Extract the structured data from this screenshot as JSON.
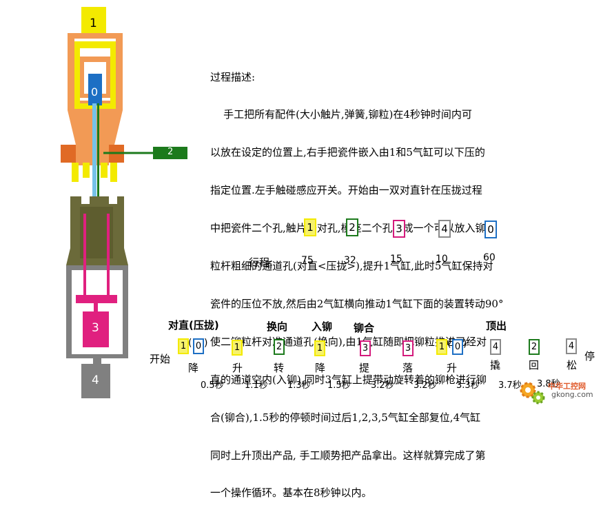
{
  "cylinder_labels": {
    "c1": "1",
    "c0": "0",
    "c2": "2",
    "c3": "3",
    "c4": "4"
  },
  "description": {
    "lines": [
      "过程描述:",
      "    手工把所有配件(大小触片,弹簧,铆粒)在4秒钟时间内可",
      "以放在设定的位置上,右手把瓷件嵌入由1和5气缸可以下压的",
      "指定位置.左手触碰感应开关。开始由一双对直针在压拢过程",
      "中把瓷件二个孔,触片一对孔,模座二个孔形成一个可以放入铆",
      "粒杆粗细的通道孔(对直<压拢>),提升1气缸,此时5气缸保持对",
      "瓷件的压位不放,然后由2气缸横向推动1气缸下面的装置转动90°",
      "使二铆粒杆对准通道孔(换向),由1气缸随即把铆粒推进已经对",
      "直的通道空内(入铆),同时3气缸上提带动旋转着的铆枪进行铆",
      "合(铆合),1.5秒的停顿时间过后1,2,3,5气缸全部复位,4气缸",
      "同时上升顶出产品, 手工顺势把产品拿出。这样就算完成了第",
      "一个操作循环。基本在8秒钟以内。"
    ]
  },
  "stroke_legend": {
    "label": "行程:",
    "items": [
      {
        "id": "1",
        "value": "75",
        "color": "yellow"
      },
      {
        "id": "2",
        "value": "32",
        "color": "green"
      },
      {
        "id": "3",
        "value": "15",
        "color": "magenta"
      },
      {
        "id": "4",
        "value": "10",
        "color": "gray"
      },
      {
        "id": "0",
        "value": "60",
        "color": "blue"
      }
    ]
  },
  "sequence": {
    "start_label": "开始",
    "end_label": "停",
    "phases": [
      {
        "text": "对直(压拢)"
      },
      {
        "text": "换向"
      },
      {
        "text": "入铆"
      },
      {
        "text": "铆合"
      },
      {
        "text": "顶出"
      }
    ],
    "steps": [
      {
        "boxes": [
          {
            "id": "1",
            "color": "yellow"
          },
          {
            "id": "0",
            "color": "blue"
          }
        ],
        "action": "降"
      },
      {
        "boxes": [
          {
            "id": "1",
            "color": "yellow"
          }
        ],
        "action": "升"
      },
      {
        "boxes": [
          {
            "id": "2",
            "color": "green"
          }
        ],
        "action": "转"
      },
      {
        "boxes": [
          {
            "id": "1",
            "color": "yellow"
          }
        ],
        "action": "降"
      },
      {
        "boxes": [
          {
            "id": "3",
            "color": "magenta"
          }
        ],
        "action": "提"
      },
      {
        "boxes": [
          {
            "id": "3",
            "color": "magenta"
          }
        ],
        "action": "落"
      },
      {
        "boxes": [
          {
            "id": "1",
            "color": "yellow"
          },
          {
            "id": "0",
            "color": "blue"
          }
        ],
        "action": "升"
      },
      {
        "boxes": [
          {
            "id": "4",
            "color": "gray"
          }
        ],
        "action": "撬"
      },
      {
        "boxes": [
          {
            "id": "2",
            "color": "green"
          }
        ],
        "action": "回"
      },
      {
        "boxes": [
          {
            "id": "4",
            "color": "gray"
          }
        ],
        "action": "松"
      }
    ],
    "times": [
      "0.5秒",
      "1.1秒",
      "1.3秒",
      "1.5秒",
      "3.2秒",
      "3.2秒",
      "3.3秒",
      "3.7秒",
      "3.8秒"
    ]
  },
  "watermark": {
    "site": "中华工控网",
    "url": "gkong.com"
  },
  "colors": {
    "yellow": "#f3ea00",
    "orange": "#f29a55",
    "orange_dark": "#e06a25",
    "green": "#1c7a1c",
    "magenta": "#e0207f",
    "gray": "#808080",
    "olive": "#6b6a3a",
    "blue": "#1d6fc4"
  }
}
